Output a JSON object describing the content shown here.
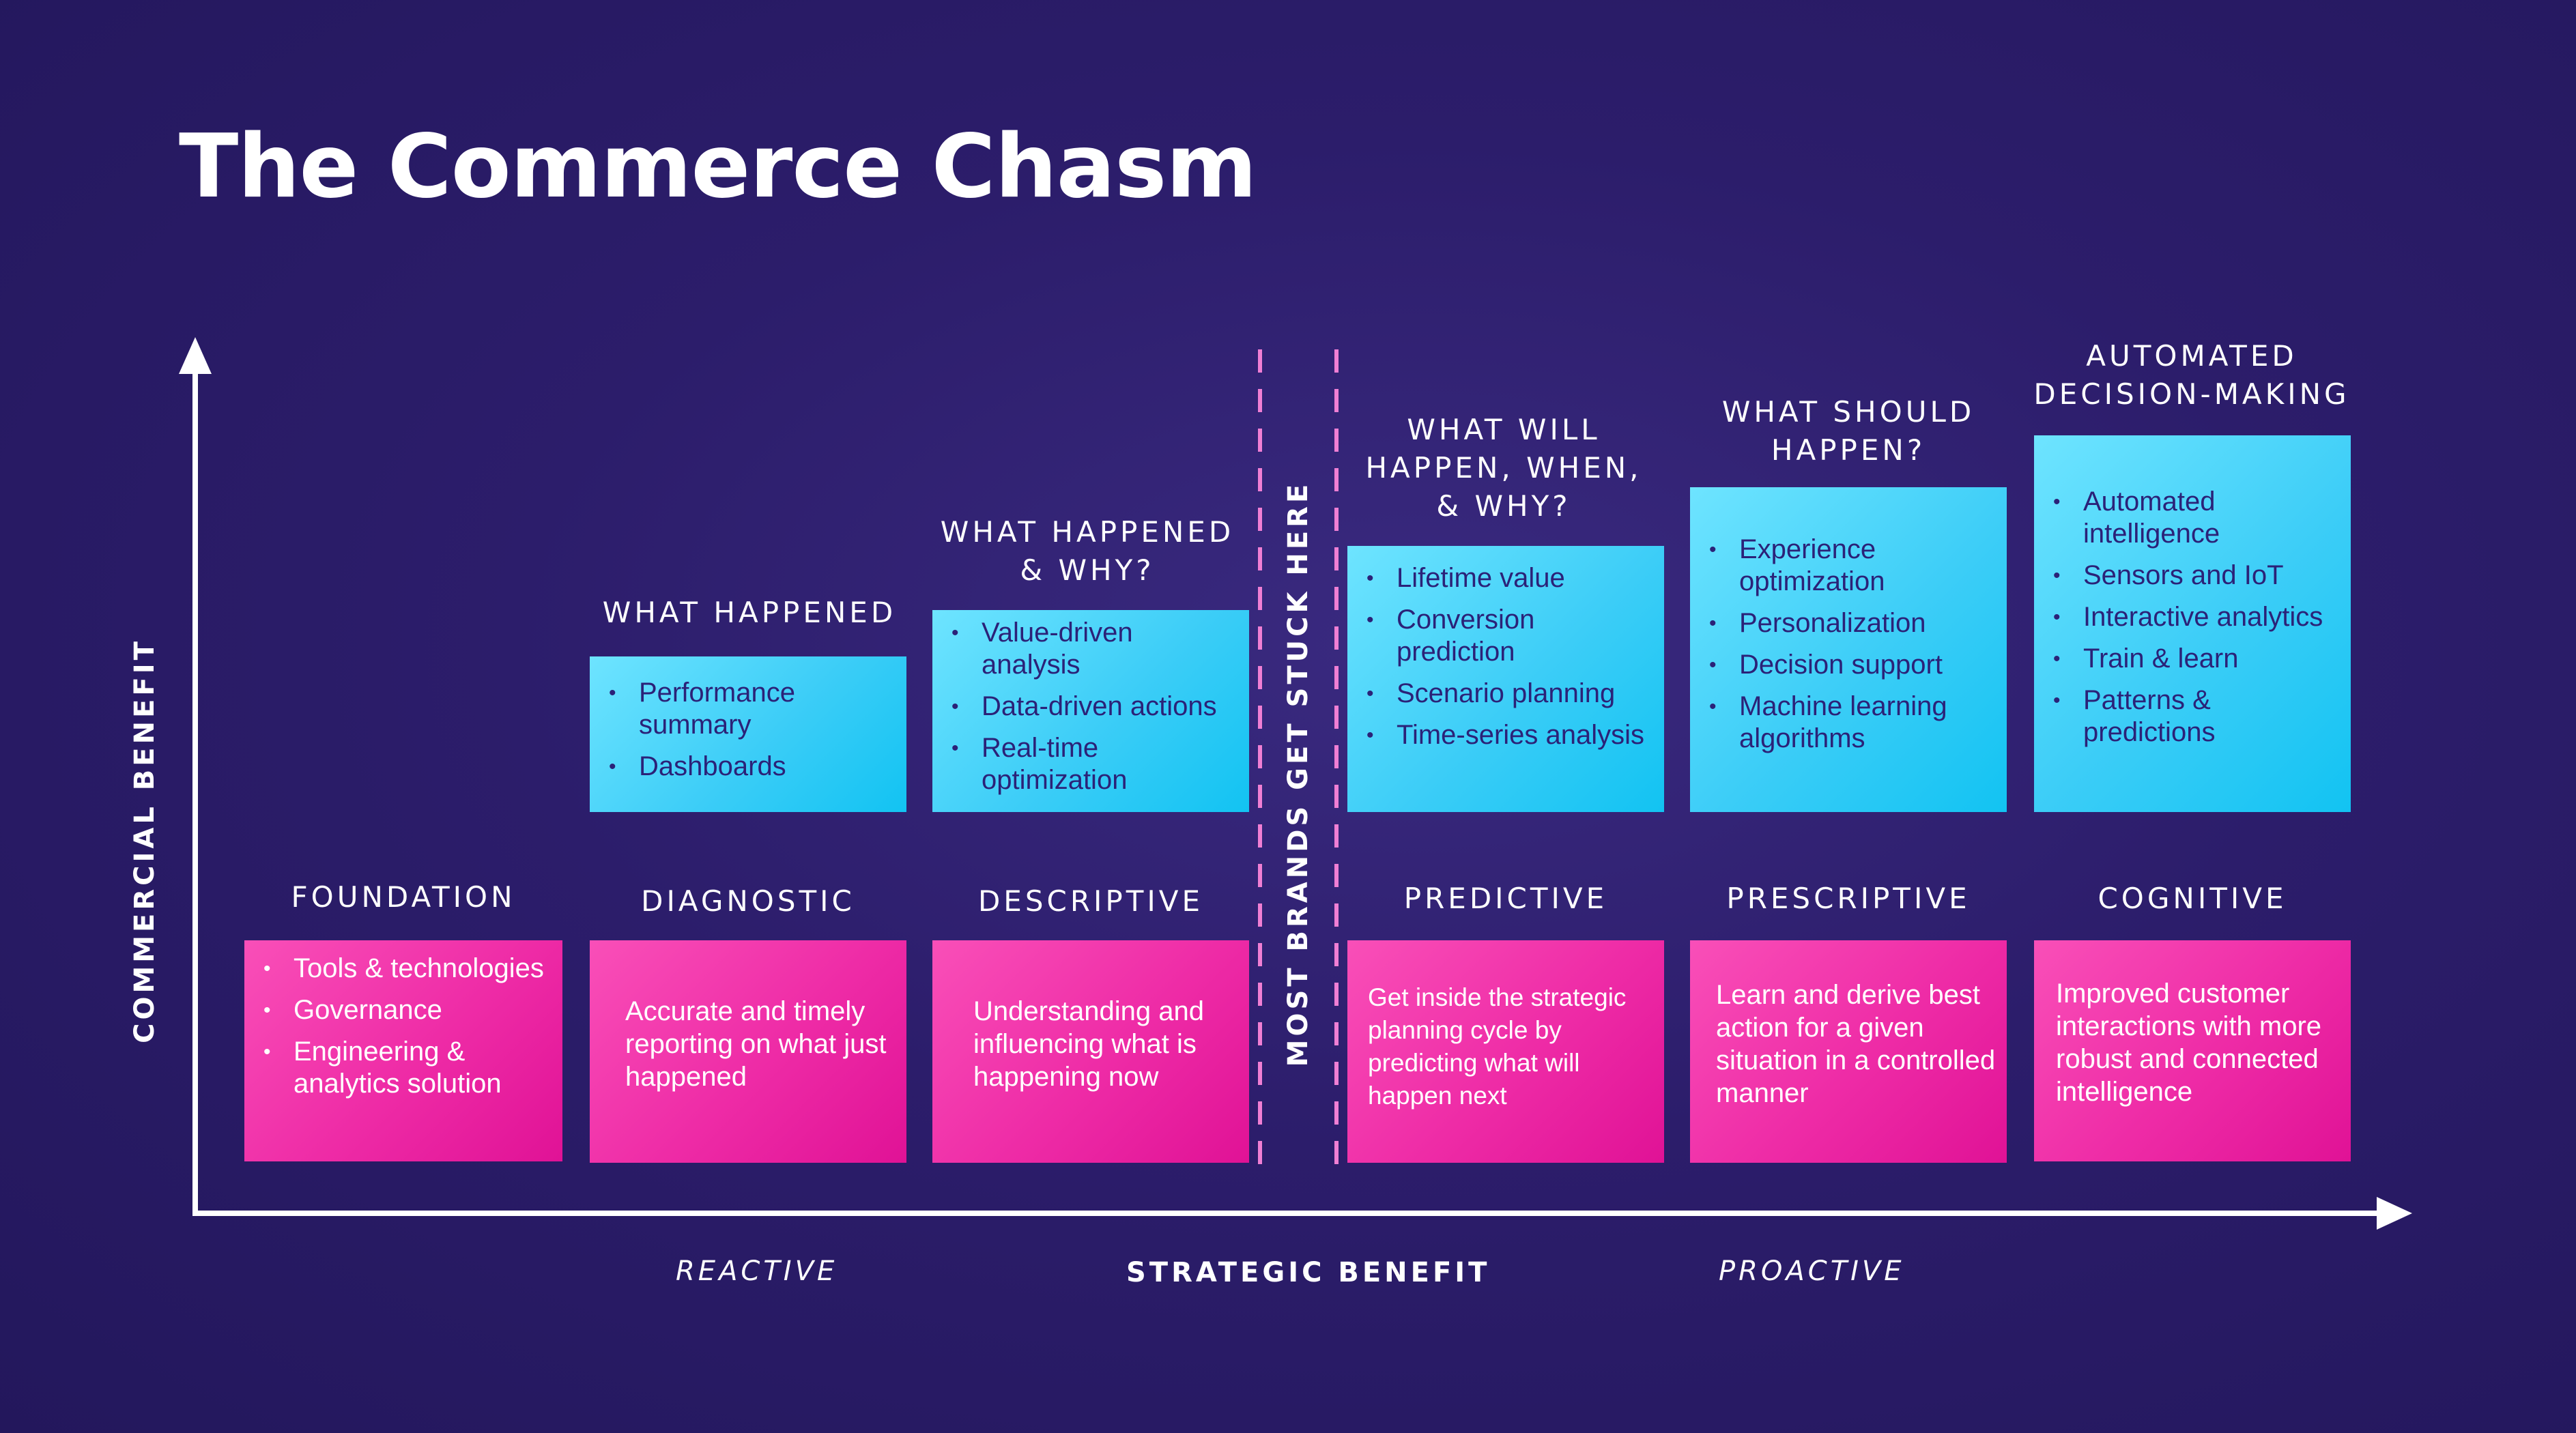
{
  "title": "The Commerce Chasm",
  "axes": {
    "y_label": "COMMERCIAL BENEFIT",
    "x_label": "STRATEGIC BENEFIT",
    "x_left": "REACTIVE",
    "x_right": "PROACTIVE"
  },
  "chasm_label": "MOST BRANDS GET STUCK HERE",
  "colors": {
    "background": "#2c1d6b",
    "cyan": "#3ccdf7",
    "pink": "#ee2ba6",
    "chasm_line": "#f07fd4",
    "cyan_text": "#2b2278"
  },
  "stages": [
    {
      "level": "FOUNDATION",
      "desc_bullets": [
        "Tools & technologies",
        "Governance",
        "Engineering & analytics solution"
      ]
    },
    {
      "level": "DIAGNOSTIC",
      "question": "WHAT HAPPENED",
      "items": [
        "Performance summary",
        "Dashboards"
      ],
      "desc": "Accurate and timely reporting on what just happened"
    },
    {
      "level": "DESCRIPTIVE",
      "question": "WHAT HAPPENED & WHY?",
      "items": [
        "Value-driven analysis",
        "Data-driven actions",
        "Real-time optimization"
      ],
      "desc": "Understanding and influencing what is happening now"
    },
    {
      "level": "PREDICTIVE",
      "question": "WHAT WILL HAPPEN, WHEN, & WHY?",
      "items": [
        "Lifetime value",
        "Conversion prediction",
        "Scenario planning",
        "Time-series analysis"
      ],
      "desc": "Get inside the strategic planning cycle by predicting what will happen next"
    },
    {
      "level": "PRESCRIPTIVE",
      "question": "WHAT SHOULD HAPPEN?",
      "items": [
        "Experience optimization",
        "Personalization",
        "Decision support",
        "Machine learning algorithms"
      ],
      "desc": "Learn and derive best action for a given situation in a controlled manner"
    },
    {
      "level": "COGNITIVE",
      "question": "AUTOMATED DECISION-MAKING",
      "items": [
        "Automated intelligence",
        "Sensors and IoT",
        "Interactive analytics",
        "Train & learn",
        "Patterns & predictions"
      ],
      "desc": "Improved customer interactions with more robust and connected intelligence"
    }
  ]
}
